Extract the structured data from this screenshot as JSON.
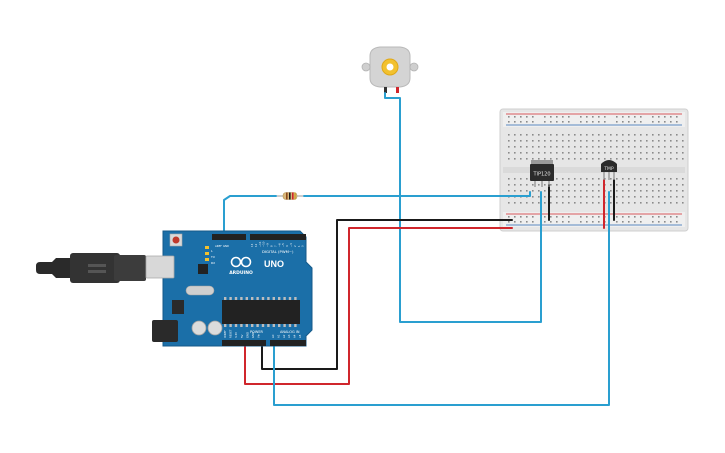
{
  "board": {
    "brand": "ARDUINO",
    "model": "UNO",
    "digital_label": "DIGITAL (PWM~)",
    "power_label": "POWER",
    "analog_label": "ANALOG IN",
    "tx_label": "TX",
    "rx_label": "RX",
    "l_label": "L",
    "aref_label": "AREF",
    "gnd_label": "GND",
    "pin_labels": [
      "13",
      "12",
      "~11",
      "~10",
      "~9",
      "8",
      "7",
      "~6",
      "~5",
      "4",
      "~3",
      "2",
      "1",
      "0"
    ],
    "power_pins": [
      "IOREF",
      "RESET",
      "3.3V",
      "5V",
      "GND",
      "GND",
      "Vin"
    ],
    "analog_pins": [
      "A0",
      "A1",
      "A2",
      "A3",
      "A4",
      "A5"
    ]
  },
  "components": {
    "transistor_label": "TIP120",
    "sensor_label": "TMP"
  },
  "colors": {
    "wire_blue": "#2a9fd0",
    "wire_red": "#d0262c",
    "wire_black": "#1a1a1a",
    "board_blue": "#1b6fa8",
    "breadboard": "#e9e9e9"
  }
}
